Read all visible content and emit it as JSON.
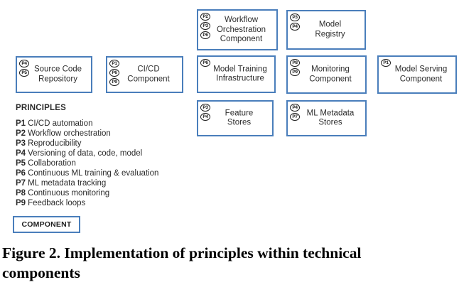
{
  "diagram": {
    "border_color": "#4a7ebb",
    "components": [
      {
        "badges": [
          "P2",
          "P3",
          "P6"
        ],
        "label_lines": [
          "Workflow",
          "Orchestration",
          "Component"
        ]
      },
      {
        "badges": [
          "P3",
          "P4"
        ],
        "label_lines": [
          "Model",
          "Registry"
        ]
      },
      {
        "badges": [
          "P4",
          "P5"
        ],
        "label_lines": [
          "Source Code",
          "Repository"
        ]
      },
      {
        "badges": [
          "P1",
          "P6",
          "P9"
        ],
        "label_lines": [
          "CI/CD",
          "Component"
        ]
      },
      {
        "badges": [
          "P6"
        ],
        "label_lines": [
          "Model Training",
          "Infrastructure"
        ]
      },
      {
        "badges": [
          "P8",
          "P9"
        ],
        "label_lines": [
          "Monitoring",
          "Component"
        ]
      },
      {
        "badges": [
          "P1"
        ],
        "label_lines": [
          "Model Serving",
          "Component"
        ]
      },
      {
        "badges": [
          "P3",
          "P4"
        ],
        "label_lines": [
          "Feature",
          "Stores"
        ]
      },
      {
        "badges": [
          "P4",
          "P7"
        ],
        "label_lines": [
          "ML Metadata",
          "Stores"
        ]
      }
    ]
  },
  "principles": {
    "header": "PRINCIPLES",
    "items": [
      {
        "id": "P1",
        "text": "CI/CD automation"
      },
      {
        "id": "P2",
        "text": "Workflow orchestration"
      },
      {
        "id": "P3",
        "text": "Reproducibility"
      },
      {
        "id": "P4",
        "text": "Versioning of data, code, model"
      },
      {
        "id": "P5",
        "text": "Collaboration"
      },
      {
        "id": "P6",
        "text": "Continuous ML training & evaluation"
      },
      {
        "id": "P7",
        "text": "ML metadata tracking"
      },
      {
        "id": "P8",
        "text": "Continuous monitoring"
      },
      {
        "id": "P9",
        "text": "Feedback loops"
      }
    ]
  },
  "legend": {
    "label": "COMPONENT"
  },
  "caption": {
    "line1": "Figure 2. Implementation of principles within technical",
    "line2": "components"
  }
}
